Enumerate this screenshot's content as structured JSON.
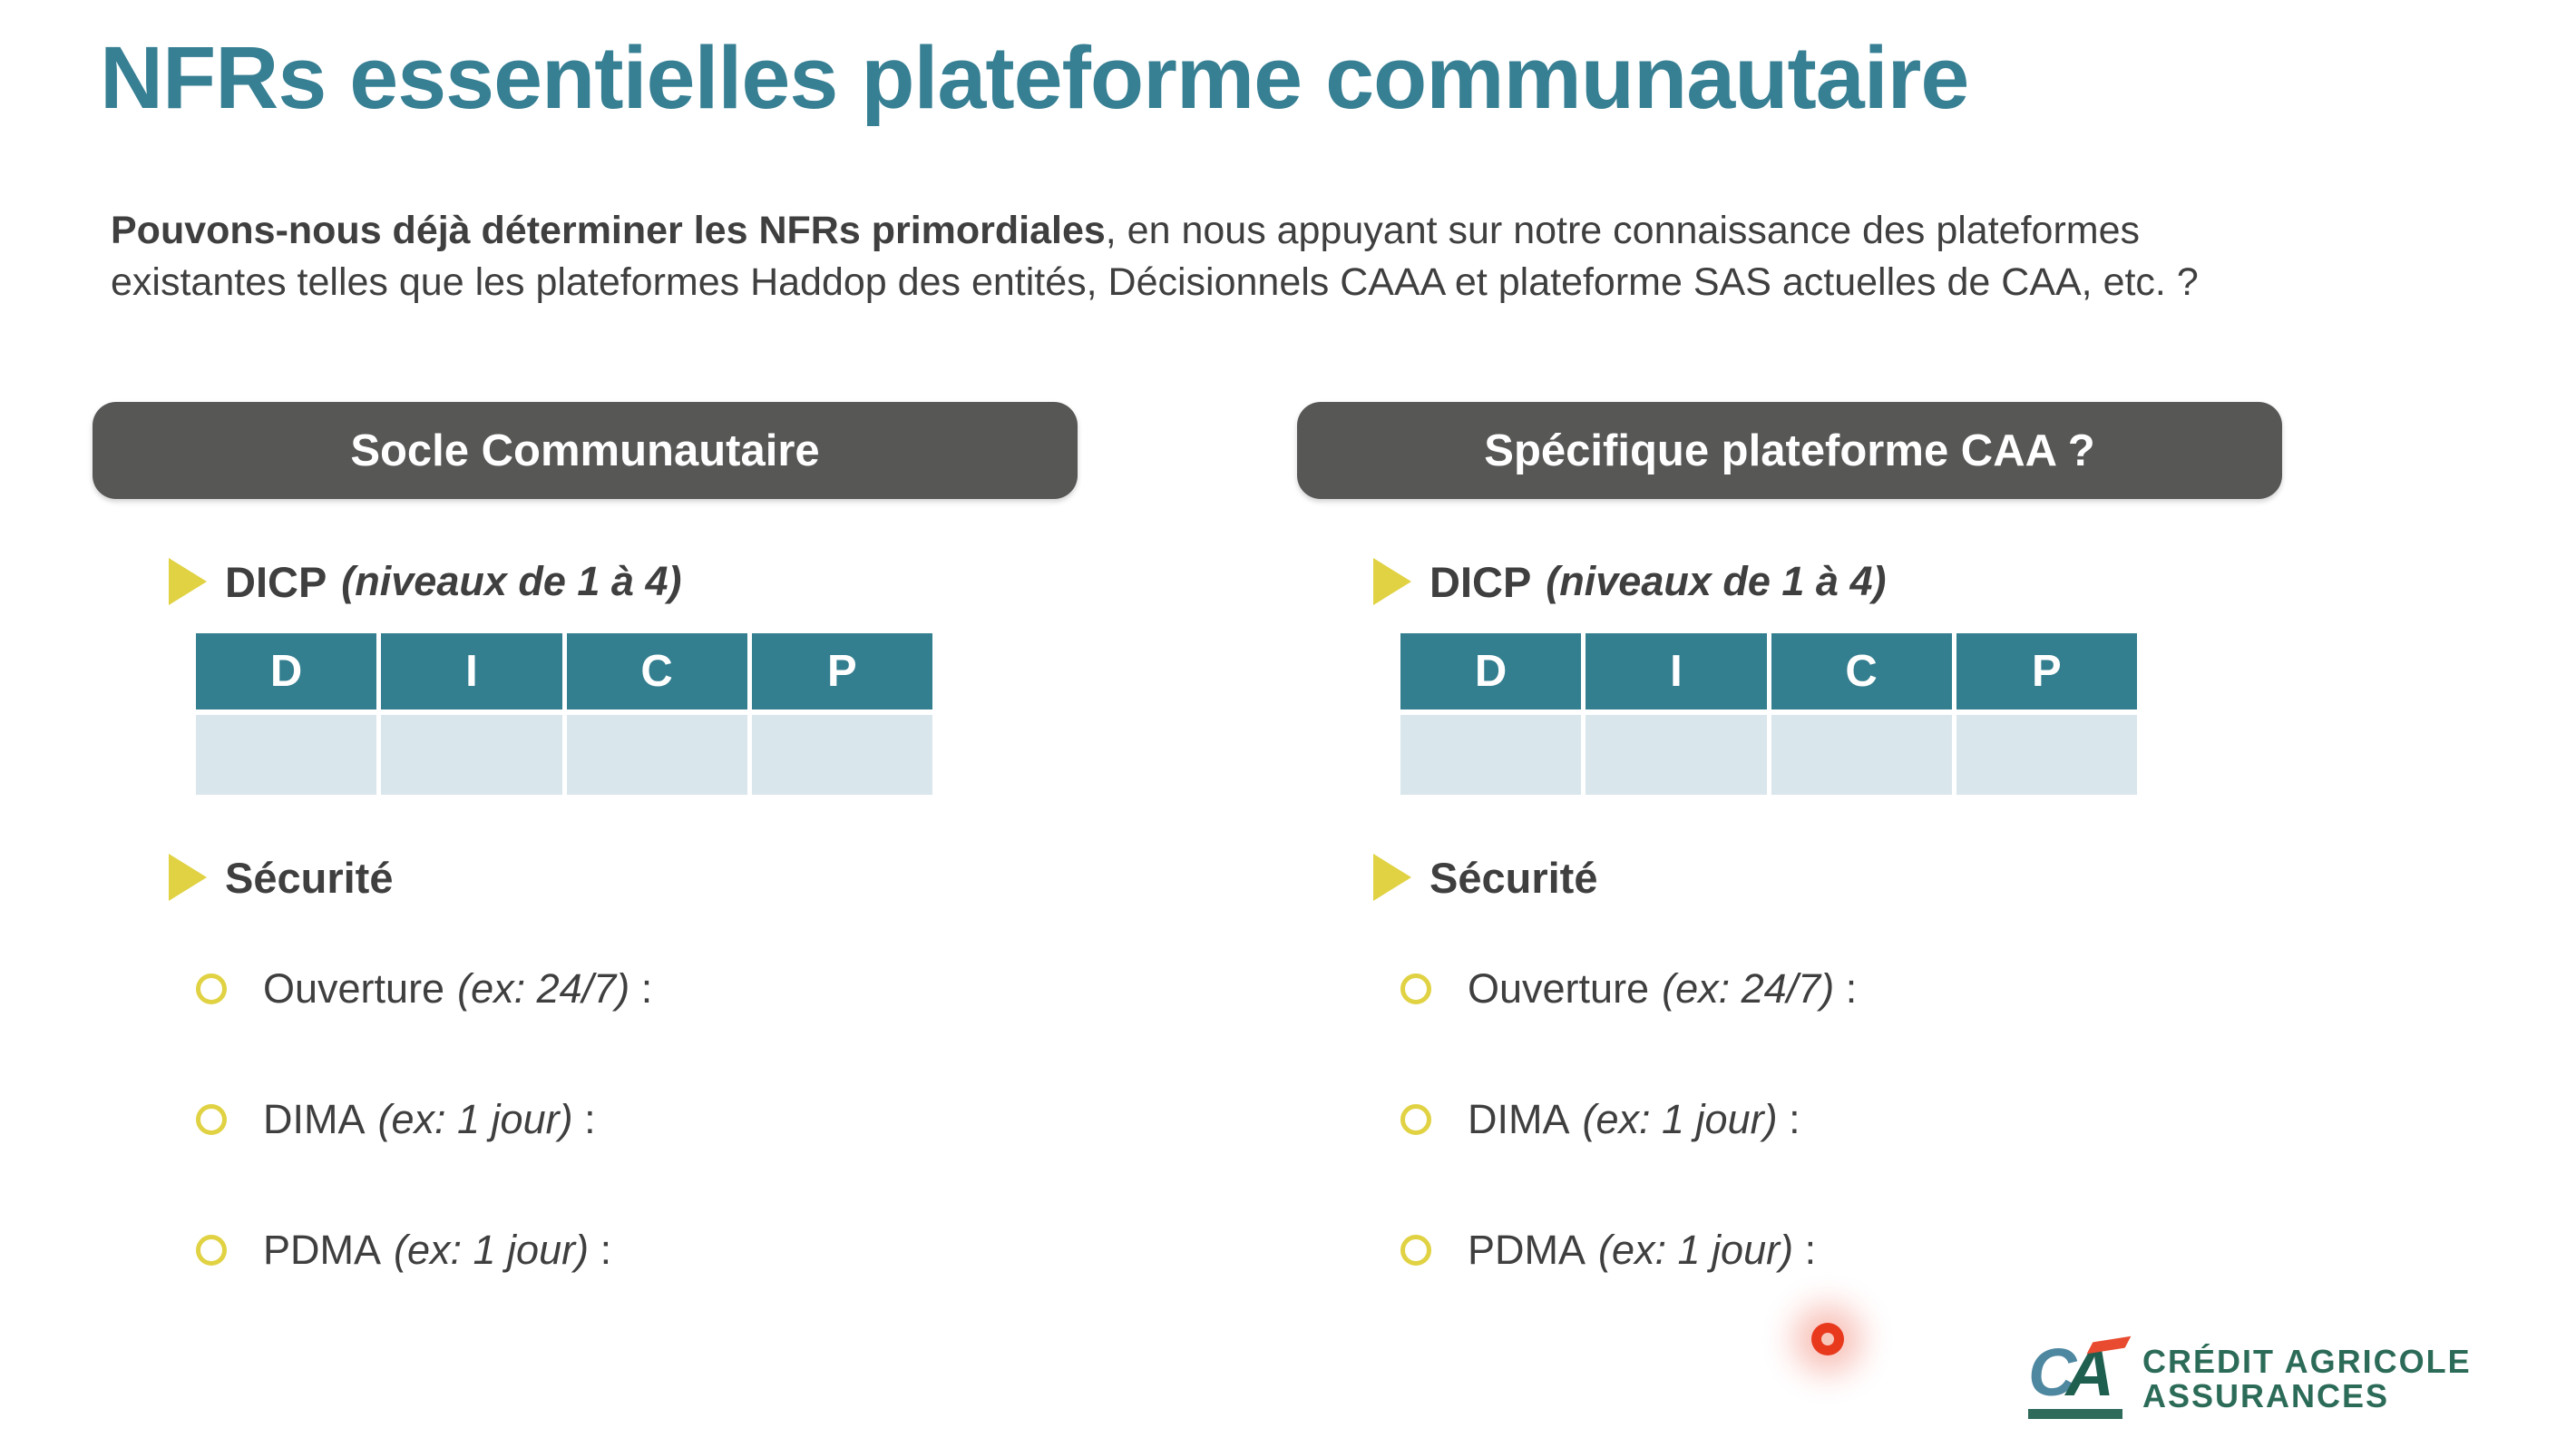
{
  "title": "NFRs essentielles plateforme communautaire",
  "intro": {
    "bold": "Pouvons-nous déjà déterminer les NFRs primordiales",
    "rest": ", en nous appuyant sur notre connaissance des plateformes existantes telles que les plateformes Haddop des entités, Décisionnels CAAA et plateforme SAS actuelles de CAA, etc. ?"
  },
  "columns": [
    {
      "header": "Socle Communautaire",
      "dicp": {
        "label": "DICP",
        "note": "(niveaux de 1 à 4)"
      },
      "table": {
        "headers": [
          "D",
          "I",
          "C",
          "P"
        ],
        "row": [
          "",
          "",
          "",
          ""
        ]
      },
      "security": "Sécurité",
      "items": [
        {
          "label": "Ouverture",
          "note": "(ex: 24/7)",
          "suffix": " :"
        },
        {
          "label": "DIMA",
          "note": "(ex: 1 jour)",
          "suffix": " :"
        },
        {
          "label": "PDMA",
          "note": "(ex: 1 jour)",
          "suffix": " :"
        }
      ]
    },
    {
      "header": "Spécifique plateforme CAA ?",
      "dicp": {
        "label": "DICP",
        "note": "(niveaux de 1 à 4)"
      },
      "table": {
        "headers": [
          "D",
          "I",
          "C",
          "P"
        ],
        "row": [
          "",
          "",
          "",
          ""
        ]
      },
      "security": "Sécurité",
      "items": [
        {
          "label": "Ouverture",
          "note": "(ex: 24/7)",
          "suffix": " :"
        },
        {
          "label": "DIMA",
          "note": "(ex: 1 jour)",
          "suffix": " :"
        },
        {
          "label": "PDMA",
          "note": "(ex: 1 jour)",
          "suffix": " :"
        }
      ]
    }
  ],
  "logo": {
    "monogram_c": "C",
    "monogram_a": "A",
    "line1": "CRÉDIT AGRICOLE",
    "line2": "ASSURANCES"
  },
  "colors": {
    "title_teal": "#377F93",
    "header_box_gray": "#575756",
    "table_header_teal": "#337E8F",
    "table_row_light": "#D9E6EC",
    "bullet_yellow": "#E0D243",
    "text_gray": "#3F3F3F",
    "logo_green": "#2C6B58",
    "logo_red": "#E84B30",
    "laser_red": "#E8391D"
  }
}
